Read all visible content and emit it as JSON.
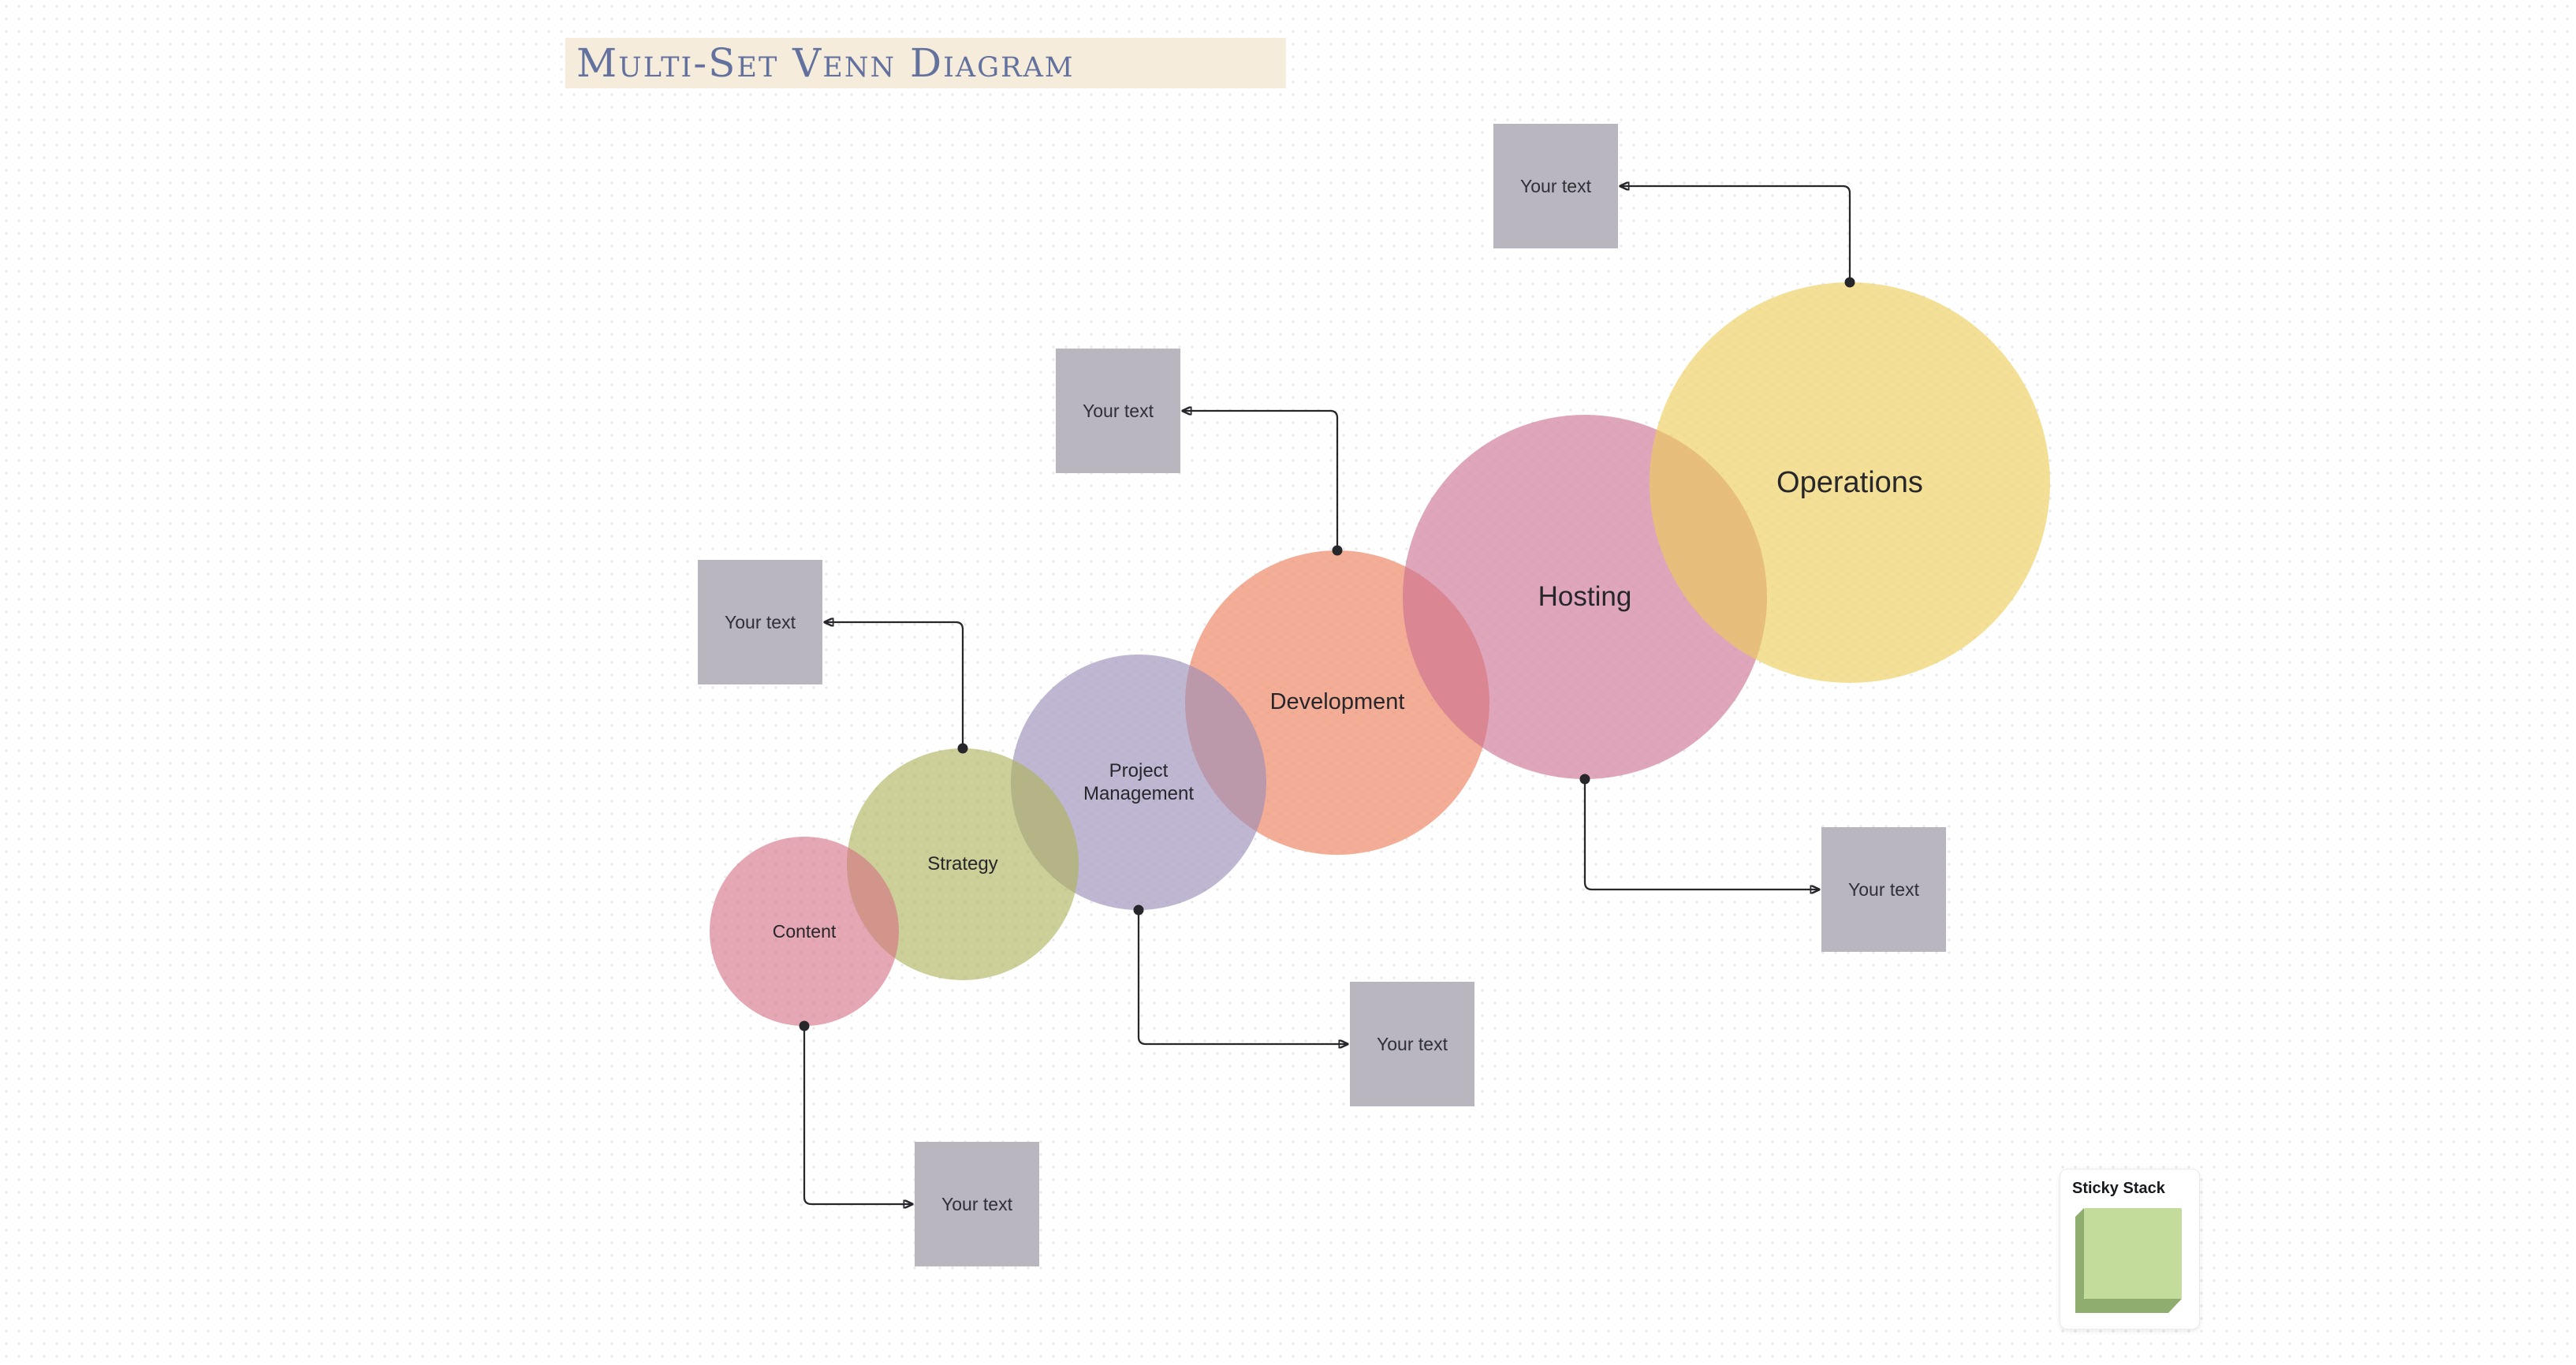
{
  "canvas": {
    "background_color": "#ffffff",
    "dot_grid_color": "#d9d8e2"
  },
  "title_banner": {
    "text": "Multi-Set Venn Diagram",
    "background_color": "#f5ecdb",
    "text_color": "#63719f"
  },
  "venn": {
    "sets": [
      {
        "label": "Content",
        "fill_on_white": "#e4a7b3",
        "fill_rgba": "rgba(211,113,132,0.62)"
      },
      {
        "label": "Strategy",
        "fill_on_white": "#cccf97",
        "fill_rgba": "rgba(173,178,87,0.62)"
      },
      {
        "label": "Project Management",
        "fill_on_white": "#bfb7d2",
        "fill_rgba": "rgba(152,139,182,0.62)"
      },
      {
        "label": "Development",
        "fill_on_white": "#f3ad96",
        "fill_rgba": "rgba(236,123,86,0.62)"
      },
      {
        "label": "Hosting",
        "fill_on_white": "#dfa6bb",
        "fill_rgba": "rgba(203,111,145,0.62)"
      },
      {
        "label": "Operations",
        "fill_on_white": "#f3e096",
        "fill_rgba": "rgba(236,205,86,0.62)"
      }
    ]
  },
  "annotations": {
    "box_fill": "#b9b6c0",
    "text_color": "#2f2f35",
    "boxes": [
      {
        "label": "Your text",
        "connects_to": "Content"
      },
      {
        "label": "Your text",
        "connects_to": "Strategy"
      },
      {
        "label": "Your text",
        "connects_to": "Project Management"
      },
      {
        "label": "Your text",
        "connects_to": "Development"
      },
      {
        "label": "Your text",
        "connects_to": "Hosting"
      },
      {
        "label": "Your text",
        "connects_to": "Operations"
      }
    ]
  },
  "connectors": {
    "line_color": "#26262b",
    "endpoint_style": "dot at circle, arrow at box"
  },
  "sticky_panel": {
    "title": "Sticky Stack",
    "note_color": "#c3dc9b",
    "note_edge_color": "#8fad6e"
  }
}
